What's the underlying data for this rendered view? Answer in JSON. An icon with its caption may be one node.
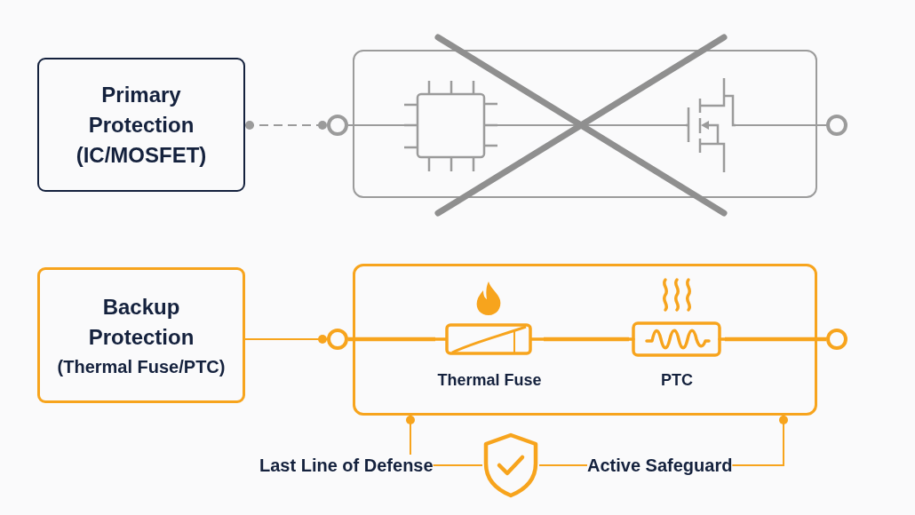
{
  "diagram": {
    "nodes": [
      {
        "text": [
          "Primary Protection (IC/MOSFET)"
        ]
      },
      {
        "text": [],
        "shape": "circle"
      },
      {
        "text": [],
        "shape": "box"
      },
      {
        "text": [],
        "shape": "picture",
        "in": 2
      },
      {
        "text": [],
        "shape": "picture",
        "in": 2
      },
      {
        "text": [],
        "shape": "circle"
      },
      {
        "text": [
          "Backup Protection",
          "(Thermal Fuse/PTC)"
        ]
      },
      {
        "text": [],
        "shape": "circle"
      },
      {
        "text": [],
        "shape": "box"
      },
      {
        "text": [
          "Thermal Fuse"
        ],
        "in": 8
      },
      {
        "text": [
          "PTC"
        ],
        "in": 8
      },
      {
        "text": [],
        "shape": "circle"
      },
      {
        "text": [
          "Last Line of Defense"
        ]
      },
      {
        "text": [],
        "shape": "picture"
      },
      {
        "text": [
          "Active Safeguard"
        ]
      }
    ],
    "edges": [
      {
        "from": 0,
        "to": 1,
        "arrow": "other",
        "style": "dashed",
        "color": "#9b9b9b"
      },
      {
        "from": 1,
        "to": 3,
        "arrow": "none",
        "color": "#9b9b9b"
      },
      {
        "from": 3,
        "to": 4,
        "arrow": "none",
        "color": "#9b9b9b"
      },
      {
        "from": 4,
        "to": 5,
        "arrow": "none",
        "color": "#9b9b9b"
      },
      {
        "from": 6,
        "to": 7,
        "arrow": "other"
      },
      {
        "from": 7,
        "to": 9,
        "arrow": "none",
        "style": "thick"
      },
      {
        "from": 9,
        "to": 10,
        "arrow": "none",
        "style": "thick"
      },
      {
        "from": 10,
        "to": 11,
        "arrow": "none",
        "style": "thick"
      },
      {
        "from": 12,
        "to": 8,
        "arrow": "other"
      },
      {
        "from": 12,
        "to": 13,
        "arrow": "none"
      },
      {
        "from": 13,
        "to": 14,
        "arrow": "none"
      },
      {
        "from": 14,
        "to": 8,
        "arrow": "other"
      }
    ]
  }
}
